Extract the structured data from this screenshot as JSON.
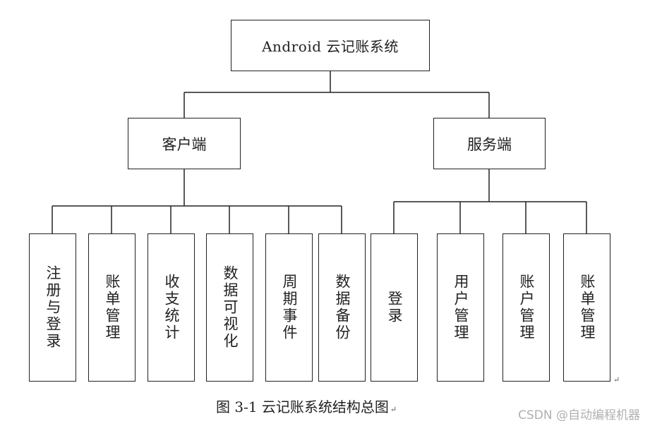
{
  "root": "Android 云记账系统",
  "client": {
    "title": "客户端",
    "modules": [
      "注册与登录",
      "账单管理",
      "收支统计",
      "数据可视化",
      "周期事件",
      "数据备份"
    ]
  },
  "server": {
    "title": "服务端",
    "modules": [
      "登录",
      "用户管理",
      "账户管理",
      "账单管理"
    ]
  },
  "caption": "图 3-1 云记账系统结构总图",
  "watermark": "CSDN @自动编程机器"
}
